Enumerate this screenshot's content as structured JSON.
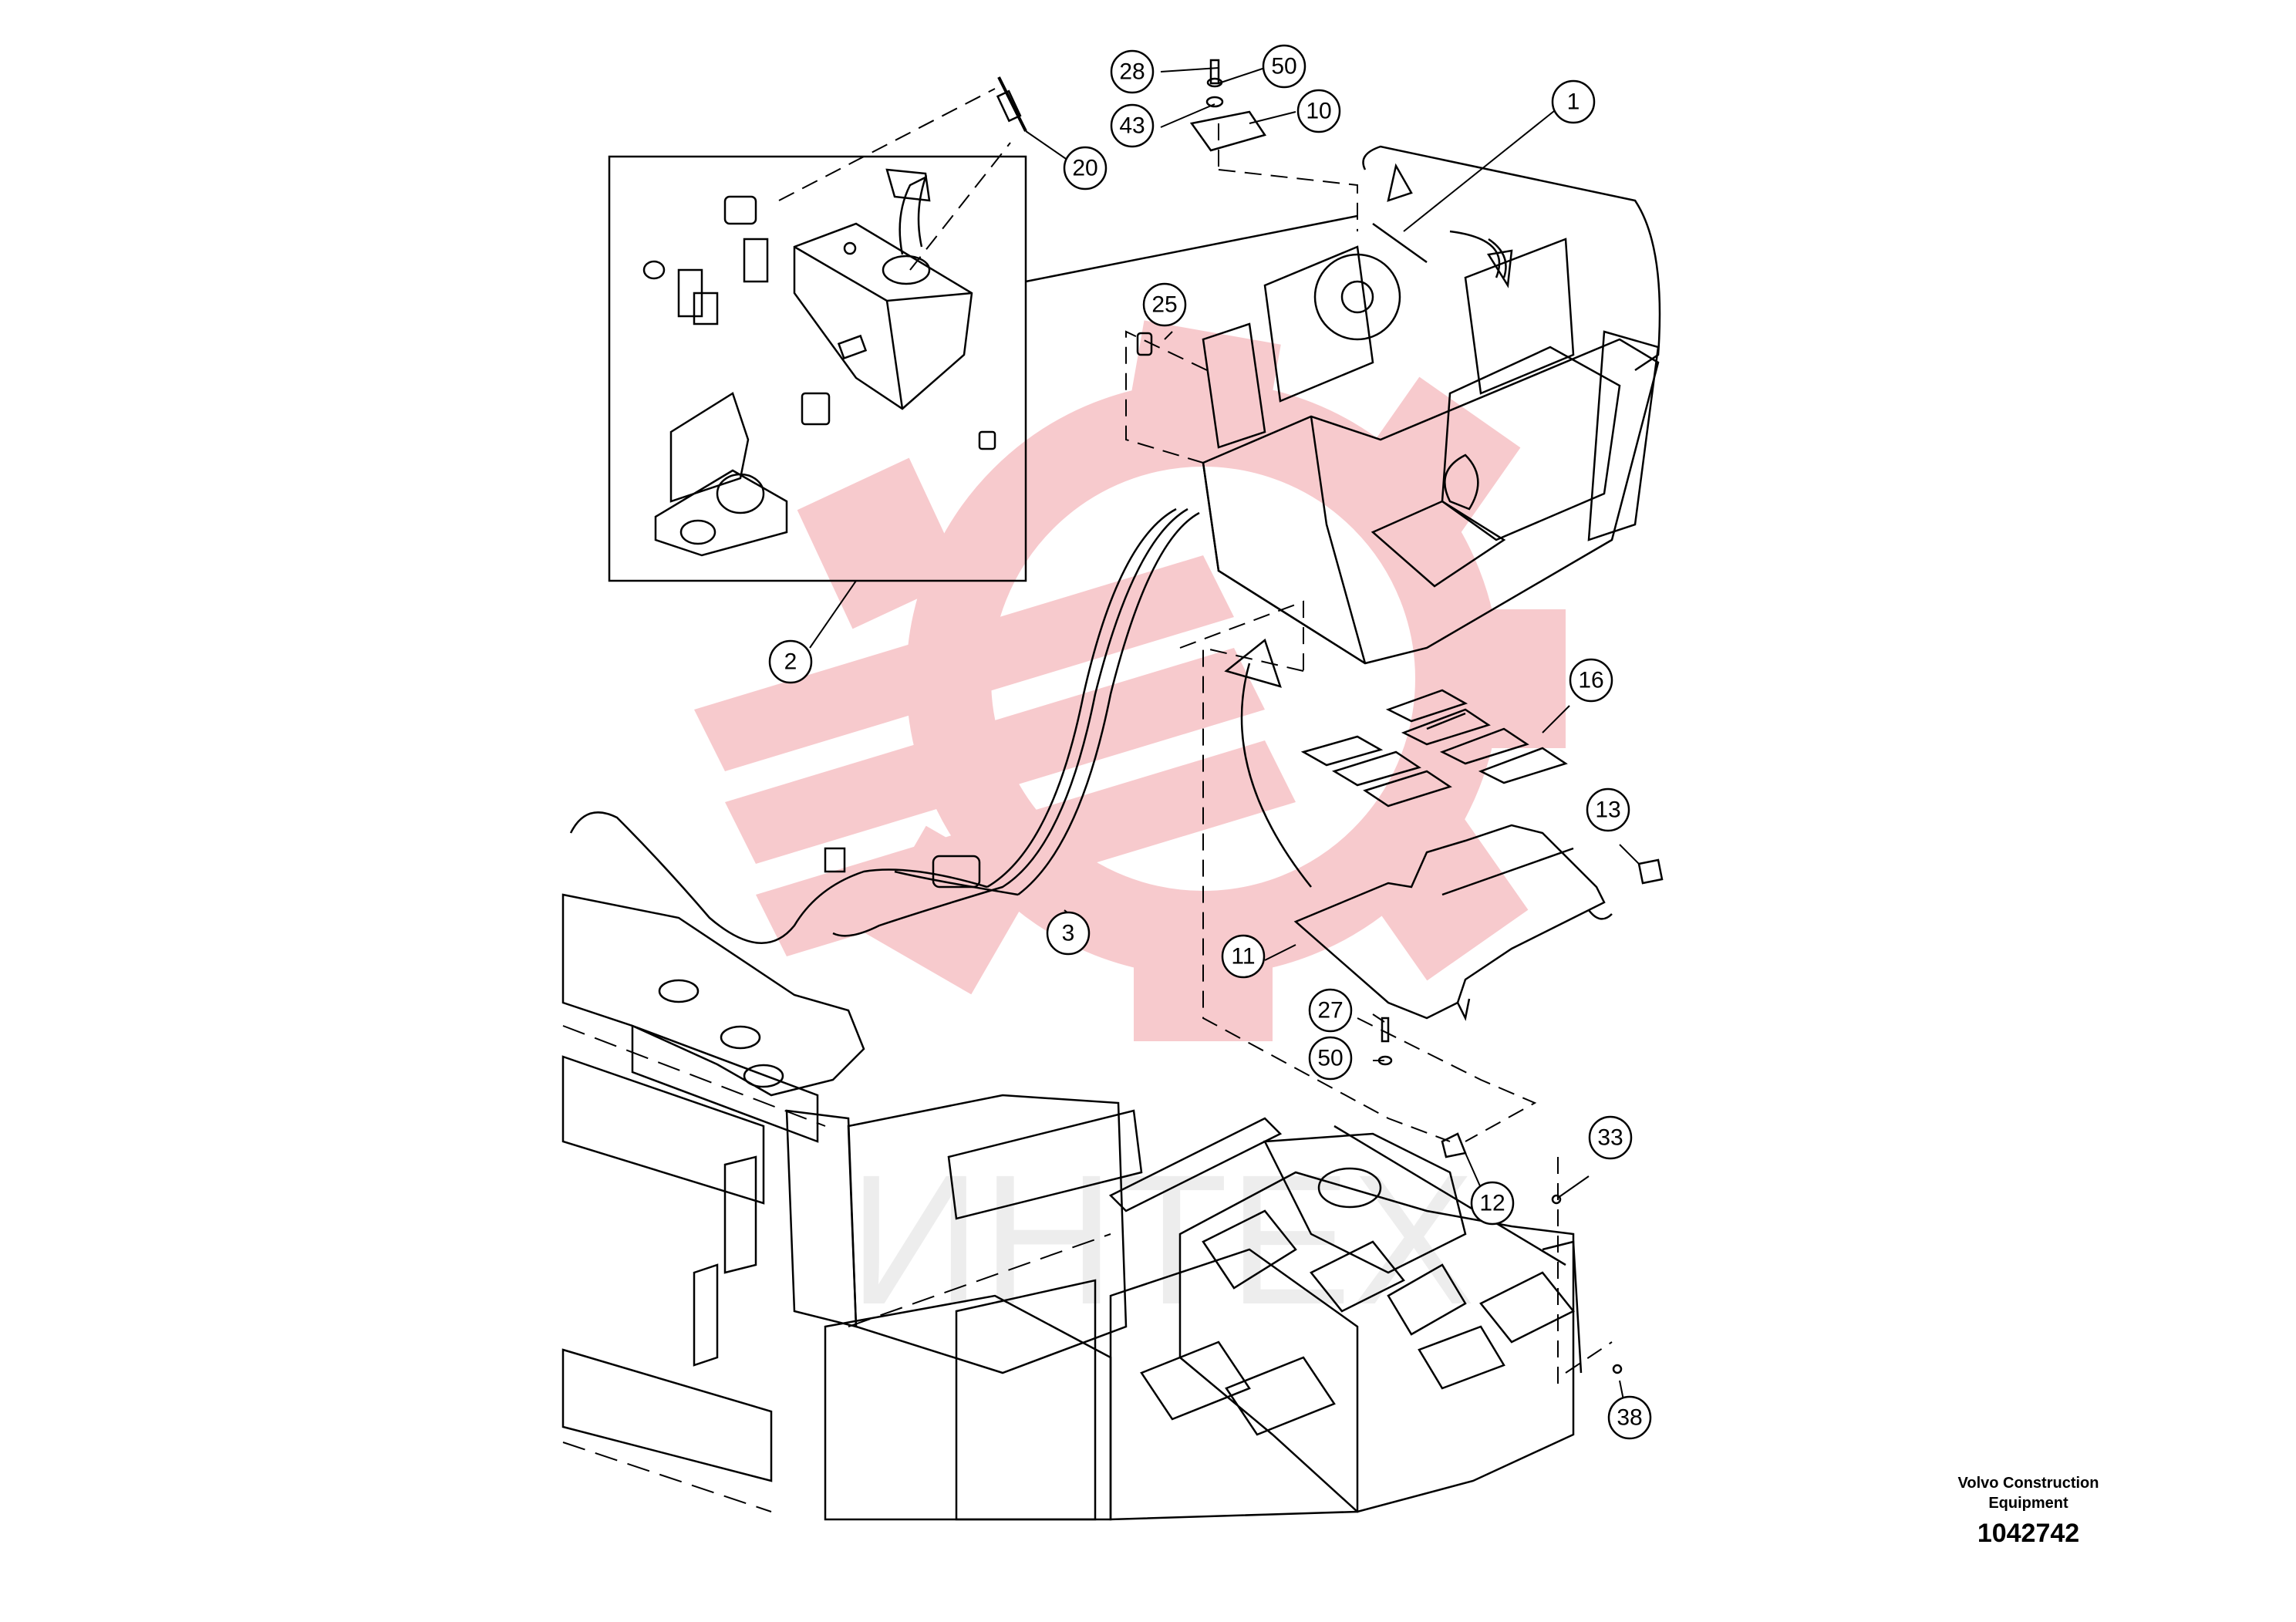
{
  "drawing": {
    "manufacturer_line1": "Volvo Construction",
    "manufacturer_line2": "Equipment",
    "drawing_number": "1042742"
  },
  "watermark": {
    "text": "ИНТЕХ",
    "color": "#f5b8bd"
  },
  "callouts": [
    {
      "id": "c1",
      "label": "1"
    },
    {
      "id": "c2",
      "label": "2"
    },
    {
      "id": "c3",
      "label": "3"
    },
    {
      "id": "c10",
      "label": "10"
    },
    {
      "id": "c11",
      "label": "11"
    },
    {
      "id": "c12",
      "label": "12"
    },
    {
      "id": "c13",
      "label": "13"
    },
    {
      "id": "c16",
      "label": "16"
    },
    {
      "id": "c20",
      "label": "20"
    },
    {
      "id": "c25",
      "label": "25"
    },
    {
      "id": "c27",
      "label": "27"
    },
    {
      "id": "c28",
      "label": "28"
    },
    {
      "id": "c33",
      "label": "33"
    },
    {
      "id": "c38",
      "label": "38"
    },
    {
      "id": "c43",
      "label": "43"
    },
    {
      "id": "c50a",
      "label": "50"
    },
    {
      "id": "c50b",
      "label": "50"
    }
  ]
}
